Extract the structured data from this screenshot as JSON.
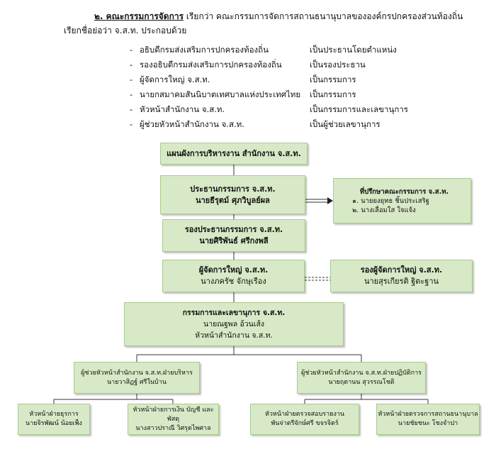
{
  "section": {
    "heading": "๒. คณะกรรมการจัดการ",
    "intro_rest": "เรียกว่า คณะกรรมการจัดการสถานธนานุบาลขององค์กรปกครองส่วนท้องถิ่น",
    "intro_line2": "เรียกชื่อย่อว่า จ.ส.ท. ประกอบด้วย"
  },
  "members": [
    {
      "dash": "-",
      "position": "อธิบดีกรมส่งเสริมการปกครองท้องถิ่น",
      "role": "เป็นประธานโดยตำแหน่ง"
    },
    {
      "dash": "-",
      "position": "รองอธิบดีกรมส่งเสริมการปกครองท้องถิ่น",
      "role": "เป็นรองประธาน"
    },
    {
      "dash": "-",
      "position": "ผู้จัดการใหญ่ จ.ส.ท.",
      "role": "เป็นกรรมการ"
    },
    {
      "dash": "-",
      "position": "นายกสมาคมสันนิบาตเทศบาลแห่งประเทศไทย",
      "role": "เป็นกรรมการ"
    },
    {
      "dash": "-",
      "position": "หัวหน้าสำนักงาน จ.ส.ท.",
      "role": "เป็นกรรมการและเลขานุการ"
    },
    {
      "dash": "-",
      "position": "ผู้ช่วยหัวหน้าสำนักงาน จ.ส.ท.",
      "role": "เป็นผู้ช่วยเลขานุการ"
    }
  ],
  "org": {
    "title": "แผนผังการบริหารงาน สำนักงาน จ.ส.ท.",
    "chairman": {
      "title": "ประธานกรรมการ จ.ส.ท.",
      "name": "นายธีรุตม์ ศุภวิบูลย์ผล"
    },
    "advisors": {
      "title": "ที่ปรึกษาคณะกรรมการ จ.ส.ท.",
      "items": [
        "๑. นายยงยุทธ ชิ้นประเสริฐ",
        "๒. นางเลื่อมใส ใจแจ้ง"
      ]
    },
    "vice_chairman": {
      "title": "รองประธานกรรมการ จ.ส.ท.",
      "name": "นายศิริพันธ์ ศรีกงพลี"
    },
    "general_manager": {
      "title": "ผู้จัดการใหญ่ จ.ส.ท.",
      "name": "นางภครัช จักษุเรือง"
    },
    "deputy_gm": {
      "title": "รองผู้จัดการใหญ่ จ.ส.ท.",
      "name": "นายสุรเกียรติ ฐิตะฐาน"
    },
    "secretary": {
      "title": "กรรมการและเลขานุการ จ.ส.ท.",
      "name": "นายณฐพล อ้วนเส้ง",
      "sub": "หัวหน้าสำนักงาน จ.ส.ท."
    },
    "asst_admin": {
      "title": "ผู้ช่วยหัวหน้าสำนักงาน จ.ส.ท.ฝ่ายบริหาร",
      "name": "นายวาสิฏฐ์ ศรีในบ้าน"
    },
    "asst_ops": {
      "title": "ผู้ช่วยหัวหน้าสำนักงาน จ.ส.ท.ฝ่ายปฏิบัติการ",
      "name": "นายฤตานน สุวรรณโชติ"
    },
    "head_general": {
      "title": "หัวหน้าฝ่ายธุรการ",
      "name": "นายจิรพัฒน์ น้อยเพ็ง"
    },
    "head_finance": {
      "title": "หัวหน้าฝ่ายการเงิน บัญชี และพัสดุ",
      "name": "นางสาวปราณี วิศรุตไพศาล"
    },
    "head_audit": {
      "title": "หัวหน้าฝ่ายตรวจสอบรายงาน",
      "name": "พันจ่าตรีจักษ์ศรี ขจรจิตร์"
    },
    "head_inspect": {
      "title": "หัวหน้าฝ่ายตรวจการสถานธนานุบาล",
      "name": "นายชัยชนะ โชงจำปา"
    }
  },
  "colors": {
    "box_fill": "#d7e9c6",
    "box_border": "#aacb8e",
    "line": "#333333"
  }
}
